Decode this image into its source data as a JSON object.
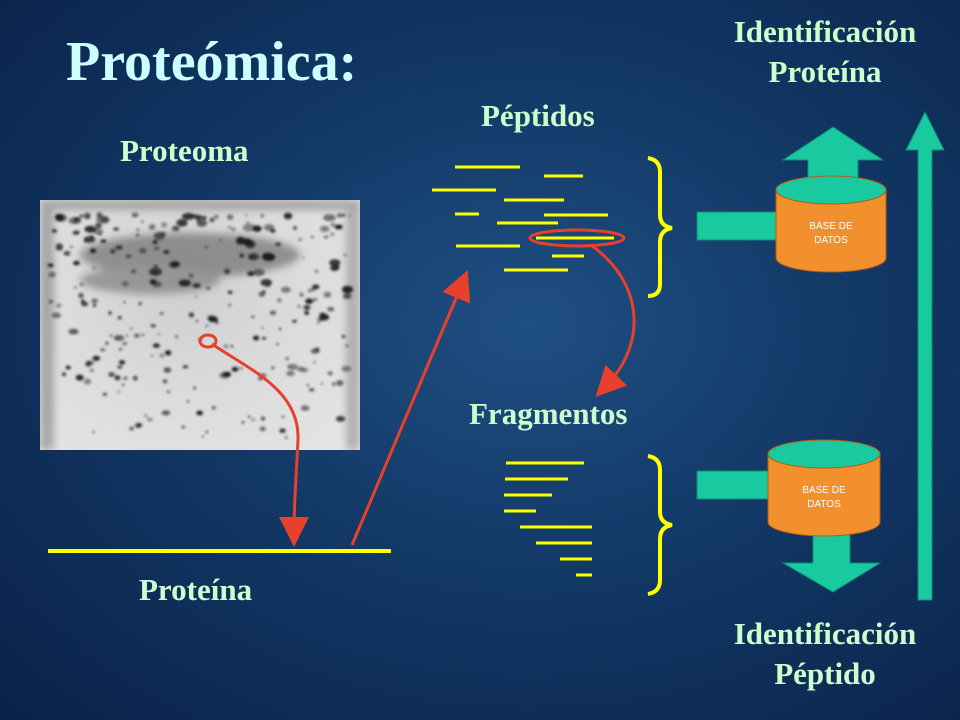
{
  "title": "Proteómica:",
  "labels": {
    "proteoma": "Proteoma",
    "peptidos": "Péptidos",
    "fragmentos": "Fragmentos",
    "proteina": "Proteína"
  },
  "identificacion_top": {
    "line1": "Identificación",
    "line2": "Proteína"
  },
  "identificacion_bottom": {
    "line1": "Identificación",
    "line2": "Péptido"
  },
  "database_top": {
    "line1": "BASE DE",
    "line2": "DATOS"
  },
  "database_bottom": {
    "line1": "BASE DE",
    "line2": "DATOS"
  },
  "colors": {
    "title": "#ccffff",
    "label": "#ccffcc",
    "peptide_line": "#ffff00",
    "arrow": "#e8402a",
    "teal_arrow": "#19c9a0",
    "database": "#f2902e"
  }
}
